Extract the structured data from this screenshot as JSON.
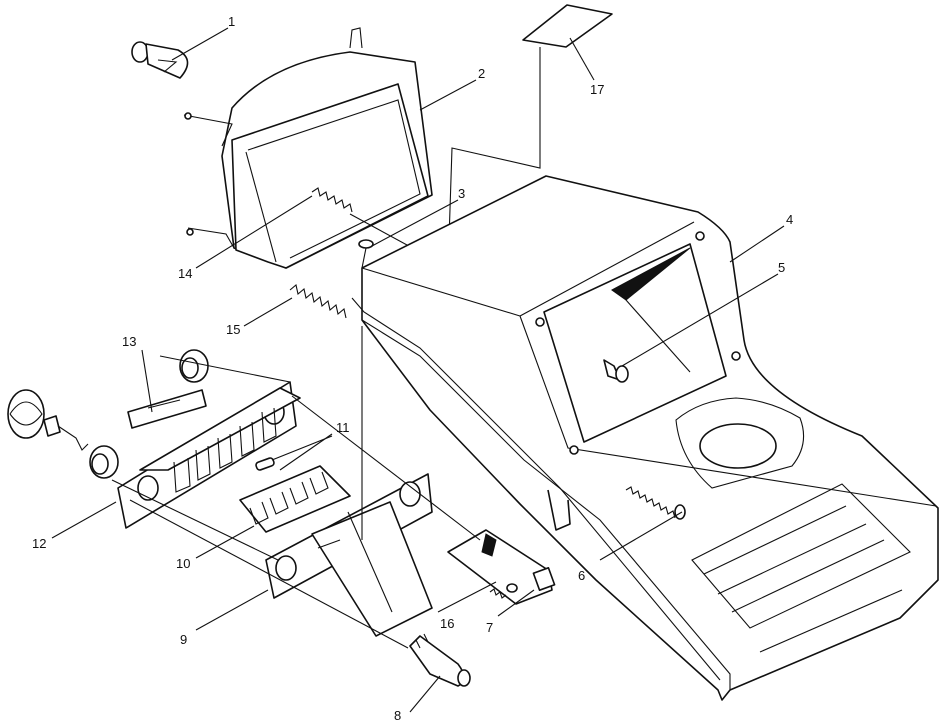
{
  "callouts": [
    {
      "id": "1",
      "part": "headlight-bulb"
    },
    {
      "id": "2",
      "part": "headlight-housing"
    },
    {
      "id": "3",
      "part": "screw"
    },
    {
      "id": "4",
      "part": "console-cover"
    },
    {
      "id": "5",
      "part": "bolt"
    },
    {
      "id": "6",
      "part": "long-bolt"
    },
    {
      "id": "7",
      "part": "connector"
    },
    {
      "id": "8",
      "part": "bulb-socket"
    },
    {
      "id": "9",
      "part": "switch-bracket"
    },
    {
      "id": "10",
      "part": "switch-block"
    },
    {
      "id": "11",
      "part": "pin"
    },
    {
      "id": "12",
      "part": "mounting-plate"
    },
    {
      "id": "13",
      "part": "cover-plate"
    },
    {
      "id": "14",
      "part": "spring"
    },
    {
      "id": "15",
      "part": "spring"
    },
    {
      "id": "16",
      "part": "small-screw"
    },
    {
      "id": "17",
      "part": "decal"
    }
  ]
}
